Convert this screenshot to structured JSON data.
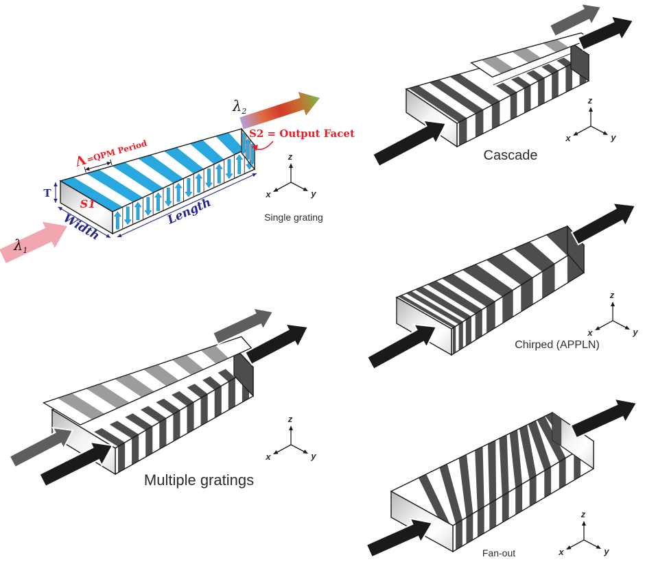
{
  "figure": {
    "background": "#FFFFFF",
    "axes": {
      "x": "x",
      "y": "y",
      "z": "z"
    },
    "colors": {
      "domain_cyan": "#29A8E0",
      "stripe_dark": "#4D4D4D",
      "stripe_gray": "#9C9C9C",
      "arrow_black": "#1A1A1A",
      "arrow_gray": "#5E5E5E",
      "arrow_pink": "#F2A6B0",
      "label_navy": "#23278F",
      "label_red": "#EC1C24",
      "label_gray": "#2B2B2B",
      "outline": "#1A1A1A",
      "rainbow_stops": [
        "#B49FD8",
        "#DE6A3E",
        "#D23A28",
        "#C96A30",
        "#7FB449"
      ]
    },
    "panels": {
      "single": {
        "label": "Single grating",
        "face_s1": "S1",
        "output_note": "S2 = Output Facet",
        "qpm_symbol": "Λ",
        "qpm_text": "=QPM Period",
        "dim_thickness": "T",
        "dim_width": "Width",
        "dim_length": "Length",
        "wave_symbol_in": "λ",
        "wave_sub_in": "1",
        "wave_symbol_out": "λ",
        "wave_sub_out": "2"
      },
      "cascade": {
        "label": "Cascade"
      },
      "chirped": {
        "label": "Chirped (APPLN)"
      },
      "multiple": {
        "label": "Multiple gratings"
      },
      "fanout": {
        "label": "Fan-out"
      }
    }
  }
}
